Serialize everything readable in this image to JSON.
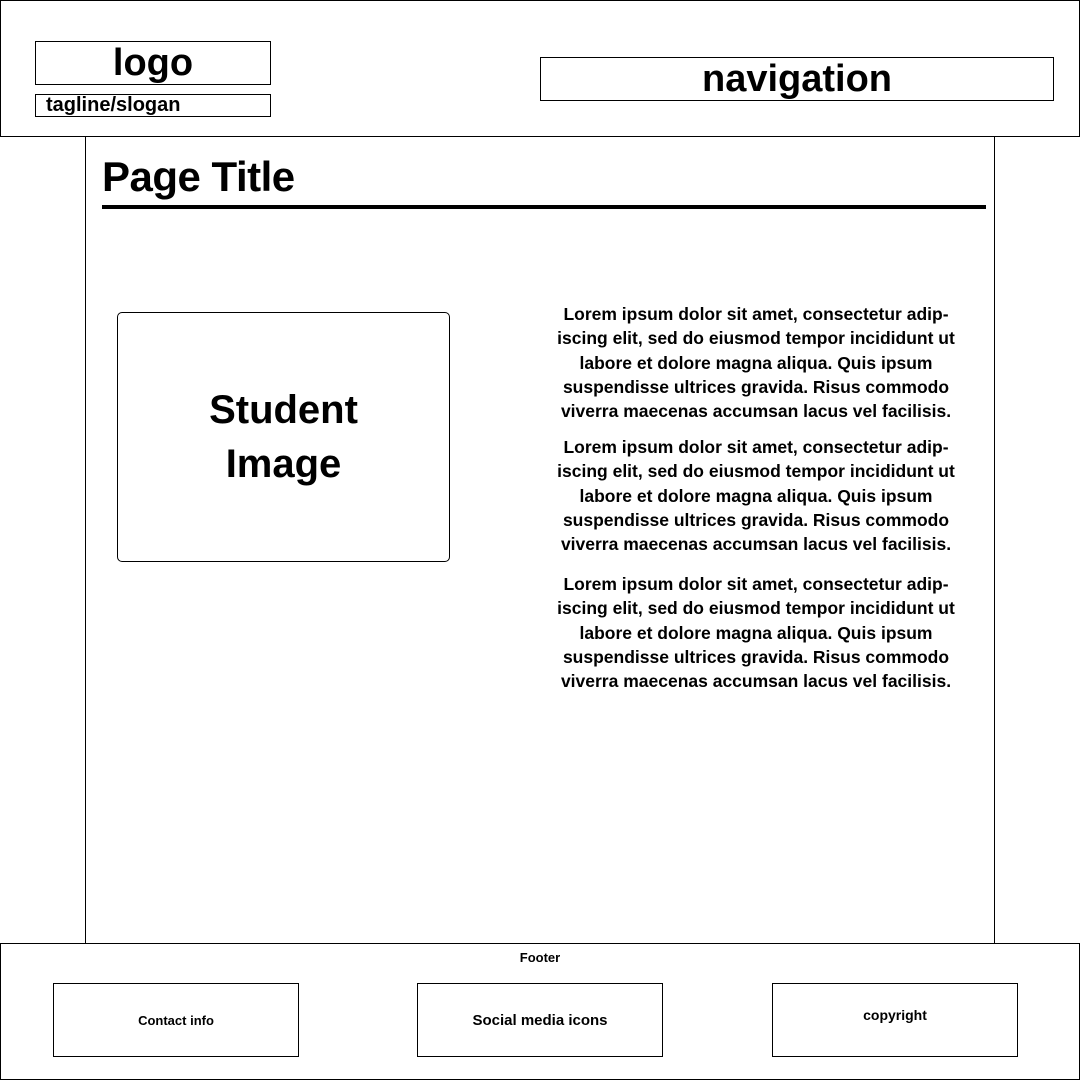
{
  "header": {
    "logo": "logo",
    "tagline": "tagline/slogan",
    "navigation": "navigation"
  },
  "main": {
    "page_title": "Page Title",
    "student_image": {
      "line1": "Student",
      "line2": "Image"
    },
    "paragraphs": [
      "Lorem ipsum dolor sit amet, consectetur adip-iscing elit, sed do eiusmod tempor incididunt ut labore et dolore magna aliqua. Quis ipsum suspendisse ultrices gravida. Risus commodo viverra maecenas accumsan lacus vel facilisis.",
      "Lorem ipsum dolor sit amet, consectetur adip-iscing elit, sed do eiusmod tempor incididunt ut labore et dolore magna aliqua. Quis ipsum suspendisse ultrices gravida. Risus commodo viverra maecenas accumsan lacus vel facilisis.",
      "Lorem ipsum dolor sit amet, consectetur adip-iscing elit, sed do eiusmod tempor incididunt ut labore et dolore magna aliqua. Quis ipsum suspendisse ultrices gravida. Risus commodo viverra maecenas accumsan lacus vel facilisis."
    ]
  },
  "footer": {
    "label": "Footer",
    "contact": "Contact info",
    "social": "Social media icons",
    "copyright": "copyright"
  }
}
